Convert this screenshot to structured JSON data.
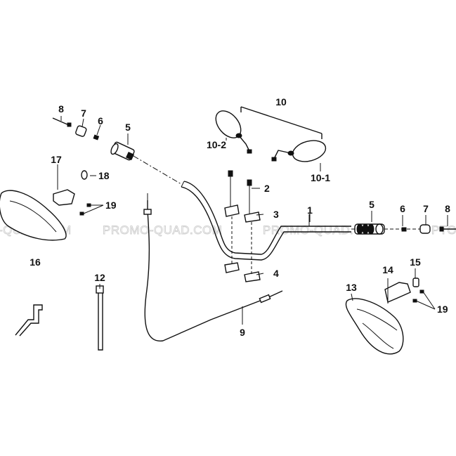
{
  "watermark": "PROMO-QUAD.COM",
  "watermark_fragments": {
    "left": "-QUAD.COM",
    "right": "PTO"
  },
  "callouts": {
    "c1": "1",
    "c2": "2",
    "c3": "3",
    "c4": "4",
    "c5_left": "5",
    "c5_right": "5",
    "c6_left": "6",
    "c6_right": "6",
    "c7_left": "7",
    "c7_right": "7",
    "c8_left": "8",
    "c8_right": "8",
    "c9": "9",
    "c10": "10",
    "c10_1": "10-1",
    "c10_2": "10-2",
    "c12": "12",
    "c13": "13",
    "c14": "14",
    "c15": "15",
    "c16": "16",
    "c17": "17",
    "c18": "18",
    "c19_left": "19",
    "c19_right": "19"
  },
  "colors": {
    "line": "#111111",
    "watermark": "#cfcfcf",
    "background": "#ffffff"
  }
}
